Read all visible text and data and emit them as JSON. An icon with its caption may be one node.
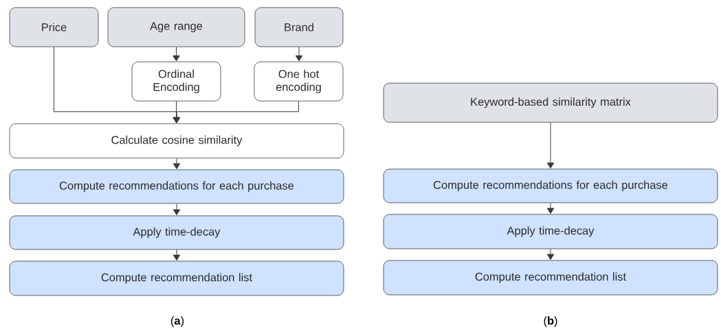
{
  "diagram": {
    "nodes": [
      {
        "text": [
          "Price"
        ]
      },
      {
        "text": [
          "Age range"
        ]
      },
      {
        "text": [
          "Brand"
        ]
      },
      {
        "text": [
          "Ordinal Encoding"
        ]
      },
      {
        "text": [
          "One hot encoding"
        ]
      },
      {
        "text": [
          "Calculate cosine similarity"
        ]
      },
      {
        "text": [
          "Compute recommendations for each purchase"
        ]
      },
      {
        "text": [
          "Apply time-decay"
        ]
      },
      {
        "text": [
          "Compute recommendation list"
        ]
      },
      {
        "text": [
          "Keyword-based similarity matrix"
        ]
      },
      {
        "text": [
          "Compute recommendations for each purchase"
        ]
      },
      {
        "text": [
          "Apply time-decay"
        ]
      },
      {
        "text": [
          "Compute recommendation list"
        ]
      }
    ],
    "edges": [
      {
        "from": 1,
        "to": 3,
        "arrow": "to"
      },
      {
        "from": 2,
        "to": 4,
        "arrow": "to"
      },
      {
        "from": 0,
        "to": 5,
        "arrow": "to"
      },
      {
        "from": 3,
        "to": 5,
        "arrow": "to"
      },
      {
        "from": 4,
        "to": 5,
        "arrow": "to"
      },
      {
        "from": 5,
        "to": 6,
        "arrow": "to"
      },
      {
        "from": 6,
        "to": 7,
        "arrow": "to"
      },
      {
        "from": 7,
        "to": 8,
        "arrow": "to"
      },
      {
        "from": 9,
        "to": 10,
        "arrow": "to"
      },
      {
        "from": 10,
        "to": 11,
        "arrow": "to"
      },
      {
        "from": 11,
        "to": 12,
        "arrow": "to"
      }
    ],
    "labels": [
      "(**a**)",
      "(**b**)"
    ]
  }
}
